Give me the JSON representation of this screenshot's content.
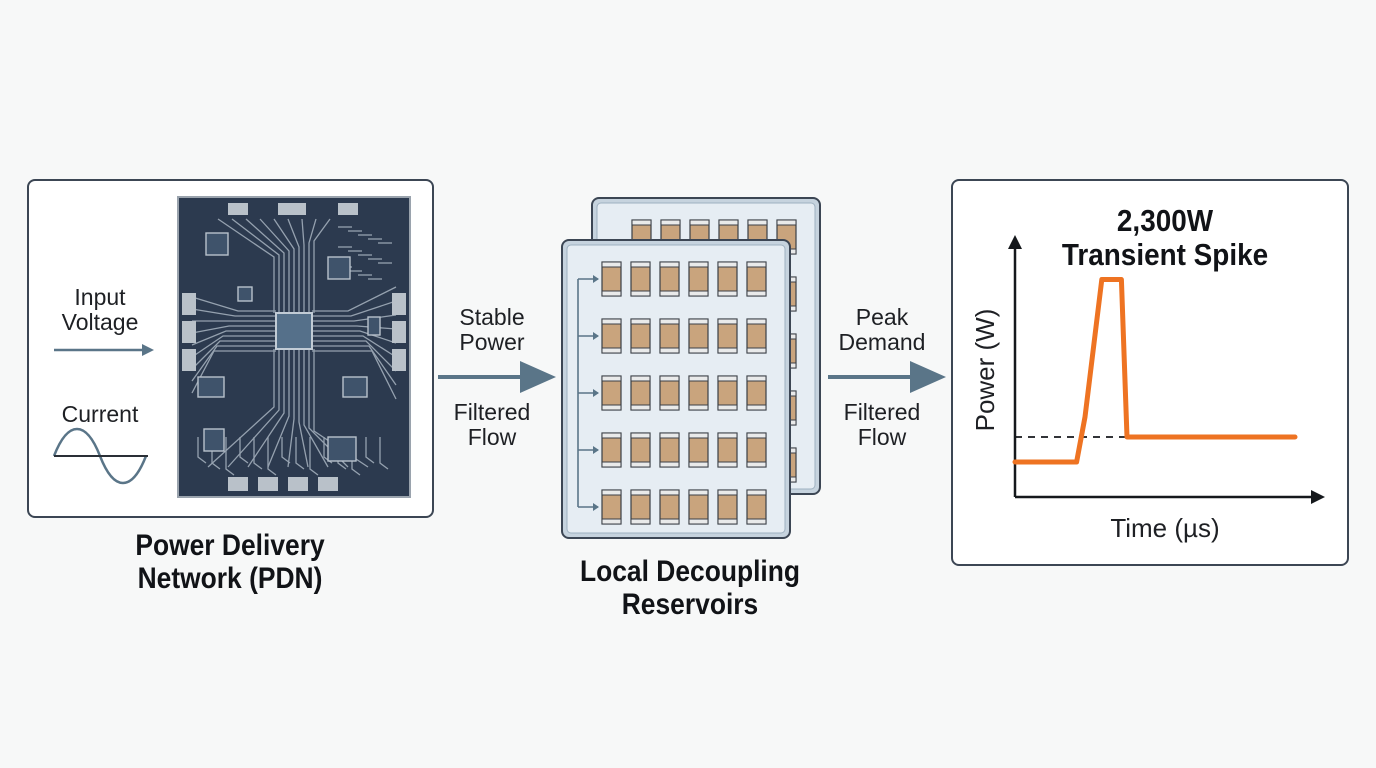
{
  "pdn": {
    "input_label_line1": "Input",
    "input_label_line2": "Voltage",
    "current_label": "Current",
    "caption_line1": "Power Delivery",
    "caption_line2": "Network (PDN)"
  },
  "arrow1": {
    "top_line1": "Stable",
    "top_line2": "Power",
    "bottom_line1": "Filtered",
    "bottom_line2": "Flow"
  },
  "reservoirs": {
    "caption_line1": "Local Decoupling",
    "caption_line2": "Reservoirs",
    "rows": 5,
    "cols": 6
  },
  "arrow2": {
    "top_line1": "Peak",
    "top_line2": "Demand",
    "bottom_line1": "Filtered",
    "bottom_line2": "Flow"
  },
  "chart_data": {
    "type": "line",
    "title": "2,300W\nTransient Spike",
    "title_line1": "2,300W",
    "title_line2": "Transient Spike",
    "xlabel": "Time (µs)",
    "ylabel": "Power (W)",
    "grid": false,
    "series": [
      {
        "x": [
          0,
          0.22,
          0.25,
          0.31,
          0.35,
          0.38,
          0.4,
          1.0
        ],
        "y": [
          0.14,
          0.14,
          0.32,
          0.87,
          0.87,
          0.87,
          0.24,
          0.24
        ]
      }
    ],
    "reference_line": {
      "y": 0.24,
      "style": "dashed"
    }
  },
  "colors": {
    "border": "#3c4654",
    "arrow": "#5a7588",
    "pcb": "#2c3a4f",
    "cap_body": "#c9a47d",
    "spike": "#ee7322"
  }
}
